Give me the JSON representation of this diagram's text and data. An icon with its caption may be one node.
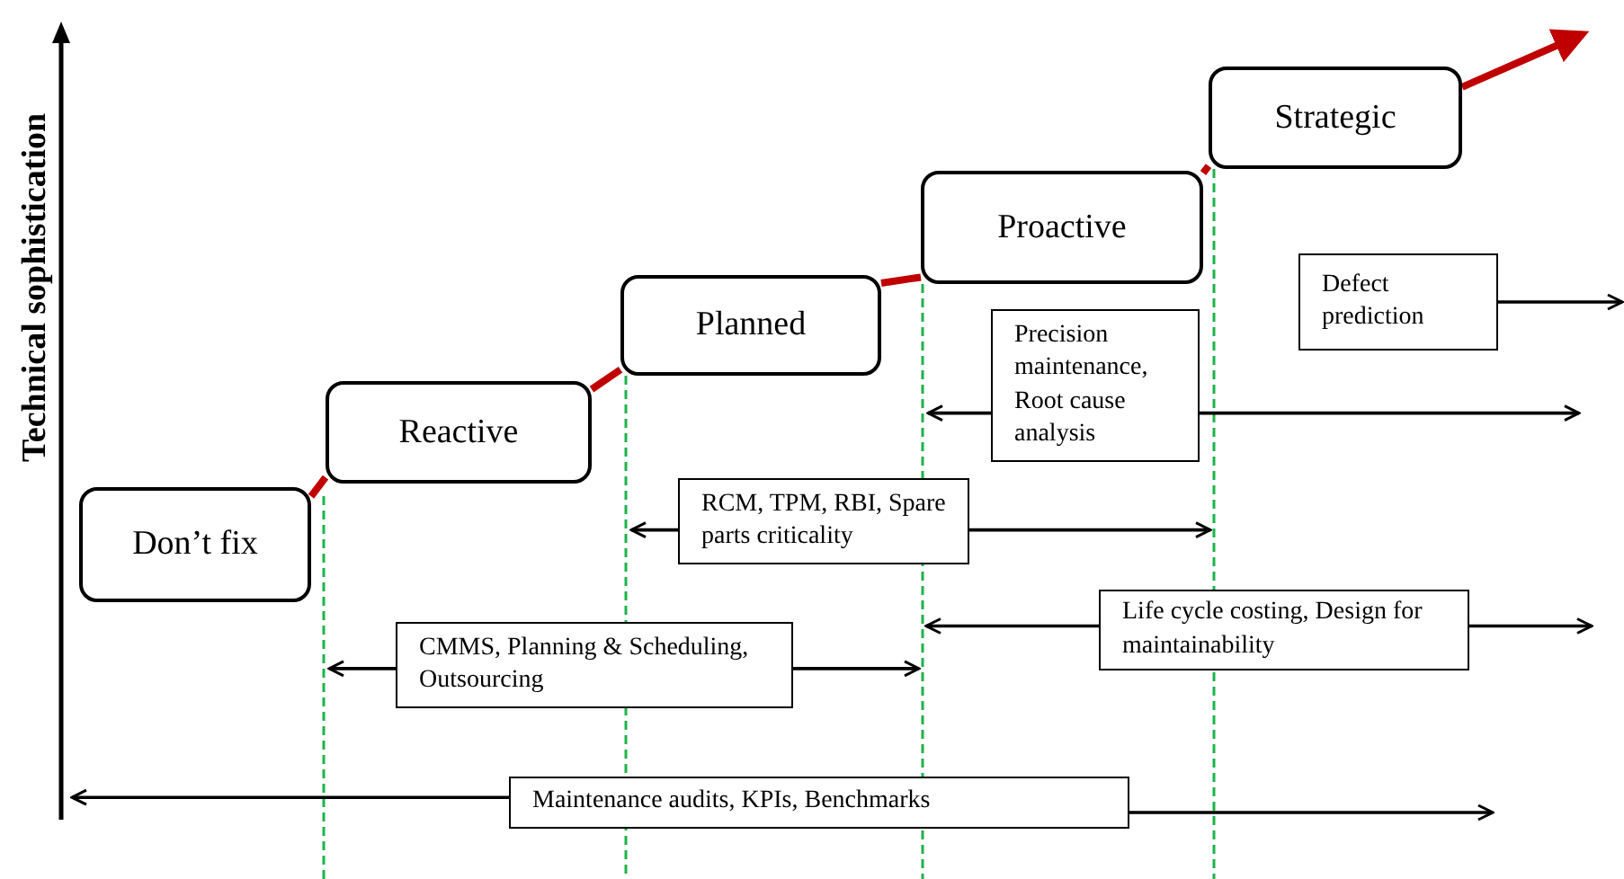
{
  "diagram": {
    "nodes": [
      {
        "text": [
          "Don’t fix"
        ]
      },
      {
        "text": [
          "Reactive"
        ]
      },
      {
        "text": [
          "Planned"
        ]
      },
      {
        "text": [
          "Proactive"
        ]
      },
      {
        "text": [
          "Strategic"
        ]
      },
      {
        "text": [
          "Defect prediction"
        ]
      },
      {
        "text": [
          "Precision maintenance, Root cause analysis"
        ]
      },
      {
        "text": [
          "RCM, TPM, RBI, Spare parts criticality"
        ]
      },
      {
        "text": [
          "Life cycle costing, Design for maintainability"
        ]
      },
      {
        "text": [
          "CMMS, Planning & Scheduling, Outsourcing"
        ]
      },
      {
        "text": [
          "Maintenance audits, KPIs, Benchmarks"
        ]
      }
    ],
    "edges": [
      {
        "from": 0,
        "to": 1,
        "arrow": "none",
        "style": "thick",
        "color": "#c00000"
      },
      {
        "from": 1,
        "to": 2,
        "arrow": "none",
        "style": "thick",
        "color": "#c00000"
      },
      {
        "from": 2,
        "to": 3,
        "arrow": "none",
        "style": "thick",
        "color": "#c00000"
      },
      {
        "from": 3,
        "to": 4,
        "arrow": "none",
        "style": "thick",
        "color": "#c00000"
      },
      {
        "from": 4,
        "to": null,
        "arrow": "to",
        "style": "thick",
        "color": "#c00000"
      },
      {
        "from": 5,
        "to": null,
        "arrow": "to"
      },
      {
        "from": 6,
        "to": null,
        "arrow": "to"
      },
      {
        "from": 6,
        "to": null,
        "arrow": "to"
      },
      {
        "from": 7,
        "to": null,
        "arrow": "to"
      },
      {
        "from": 7,
        "to": null,
        "arrow": "to"
      },
      {
        "from": 8,
        "to": null,
        "arrow": "to"
      },
      {
        "from": 8,
        "to": null,
        "arrow": "to"
      },
      {
        "from": 9,
        "to": null,
        "arrow": "to"
      },
      {
        "from": 9,
        "to": null,
        "arrow": "to"
      },
      {
        "from": 10,
        "to": null,
        "arrow": "to"
      },
      {
        "from": 10,
        "to": null,
        "arrow": "to"
      }
    ],
    "labels": [
      "Technical sophistication"
    ]
  }
}
